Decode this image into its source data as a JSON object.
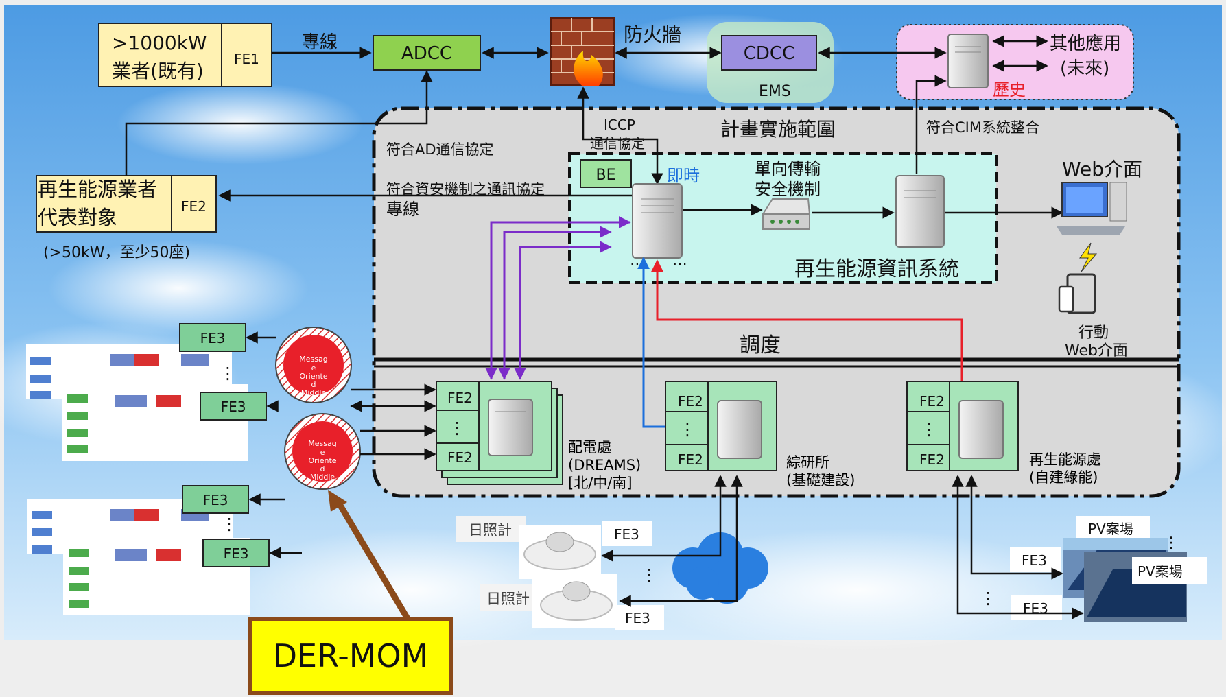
{
  "top": {
    "fe1_title_line1": ">1000kW",
    "fe1_title_line2": "業者(既有)",
    "fe1_code": "FE1",
    "dedicated_line": "專線",
    "adcc": "ADCC",
    "firewall": "防火牆",
    "cdcc": "CDCC",
    "ems": "EMS",
    "other_apps_line1": "其他應用",
    "other_apps_line2": "(未來)",
    "history": "歷史"
  },
  "left": {
    "fe2_title_line1": "再生能源業者",
    "fe2_title_line2": "代表對象",
    "fe2_code": "FE2",
    "fe2_note": "(>50kW，至少50座)"
  },
  "scope": {
    "title": "計畫實施範圍",
    "ad_protocol": "符合AD通信協定",
    "iccp_line1": "ICCP",
    "iccp_line2": "通信協定",
    "cim": "符合CIM系統整合",
    "security_protocol": "符合資安機制之通訊協定",
    "dedicated_line2": "專線",
    "be": "BE",
    "realtime": "即時",
    "oneway_line1": "單向傳輸",
    "oneway_line2": "安全機制",
    "system_name": "再生能源資訊系統",
    "dispatch": "調度",
    "dots": "⋯"
  },
  "right": {
    "web": "Web介面",
    "mobile_line1": "行動",
    "mobile_line2": "Web介面"
  },
  "groups": {
    "fe2": "FE2",
    "vdots": "⋮",
    "dreams_line1": "配電處",
    "dreams_line2": "(DREAMS)",
    "dreams_line3": "[北/中/南]",
    "research_line1": "綜研所",
    "research_line2": "(基礎建設)",
    "renew_line1": "再生能源處",
    "renew_line2": "(自建綠能)"
  },
  "middleware": {
    "text_line1": "Messag",
    "text_line2": "e",
    "text_line3": "Oriente",
    "text_line4": "d",
    "text_line5": "Middle"
  },
  "field": {
    "fe3": "FE3",
    "pyranometer": "日照計",
    "pv_site": "PV案場"
  },
  "der_mom": "DER-MOM",
  "colors": {
    "adcc_green": "#8fd14f",
    "cdcc_purple": "#9b8fe0",
    "scope_gray": "#d9d9d9",
    "system_teal": "#c8f5ee",
    "realtime_blue": "#1c6fdc",
    "history_red": "#e8202a",
    "der_yellow": "#ffff00"
  }
}
